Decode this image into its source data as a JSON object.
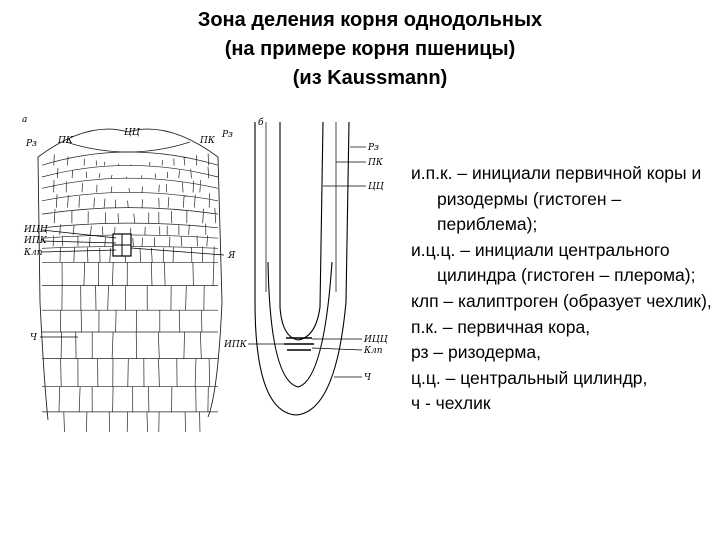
{
  "title": {
    "line1": "Зона деления корня однодольных",
    "line2": "(на примере корня пшеницы)",
    "line3": "(из Kaussmann)"
  },
  "figure": {
    "panel_a": "а",
    "panel_b": "б",
    "labels_a": {
      "rz": "Рз",
      "pk_left": "ПК",
      "tsc": "ЦЦ",
      "pk_right": "ПК",
      "rz_right": "Рз",
      "itsc": "ИЦЦ",
      "ipk": "ИПК",
      "klp": "Клп",
      "ya": "Я",
      "ch": "Ч"
    },
    "labels_b": {
      "rz": "Рз",
      "pk": "ПК",
      "tsc": "ЦЦ",
      "itsc": "ИЦЦ",
      "klp": "Клп",
      "ipk": "ИПК",
      "ch": "Ч"
    }
  },
  "legend": [
    "и.п.к. – инициали первичной коры и ризодермы (гистоген – периблема);",
    "и.ц.ц. – инициали центрального цилиндра (гистоген – плерома);",
    "клп – калиптроген (образует чехлик),",
    "п.к. – первичная кора,",
    "рз – ризодерма,",
    "ц.ц. – центральный цилиндр,",
    "ч - чехлик"
  ]
}
